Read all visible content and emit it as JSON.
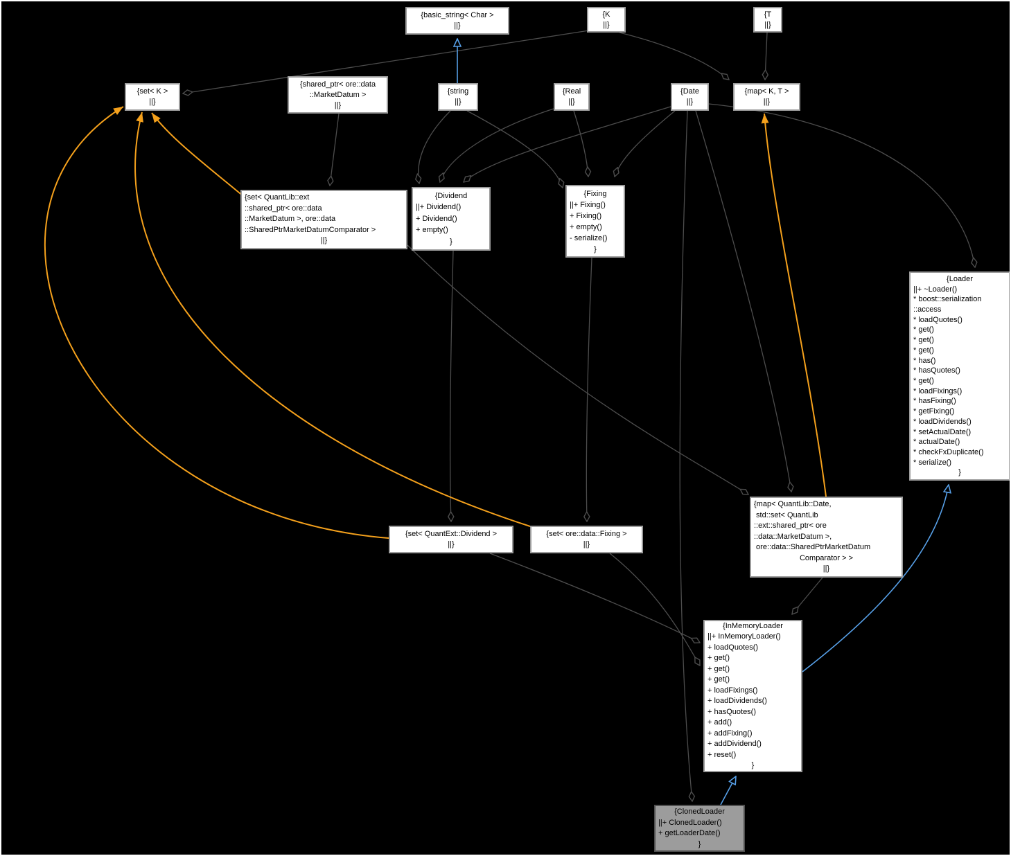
{
  "diagram": {
    "title": "ClonedLoader collaboration graph",
    "colors": {
      "background": "#000000",
      "node_fill": "#ffffff",
      "node_border": "#9c9c9c",
      "highlight_node_fill": "#9c9c9c",
      "highlight_node_border": "#4f4f4f",
      "text": "#000000",
      "edge_aggregation": "#4d4d4d",
      "edge_inheritance": "#57a0e8",
      "edge_template": "#f5a11c"
    },
    "nodes": {
      "basic_string": {
        "lines": [
          "{basic_string< Char >",
          "||}"
        ]
      },
      "k": {
        "lines": [
          "{K",
          "||}"
        ]
      },
      "t": {
        "lines": [
          "{T",
          "||}"
        ]
      },
      "set_k": {
        "lines": [
          "{set< K >",
          "||}"
        ]
      },
      "shared_ptr": {
        "lines": [
          "{shared_ptr< ore::data",
          "::MarketDatum >",
          "||}"
        ]
      },
      "string": {
        "lines": [
          "{string",
          "||}"
        ]
      },
      "real": {
        "lines": [
          "{Real",
          "||}"
        ]
      },
      "date": {
        "lines": [
          "{Date",
          "||}"
        ]
      },
      "map_kt": {
        "lines": [
          "{map< K, T >",
          "||}"
        ]
      },
      "set_marketdatum": {
        "lines": [
          "{set< QuantLib::ext",
          "::shared_ptr< ore::data",
          "::MarketDatum >, ore::data",
          "::SharedPtrMarketDatumComparator >",
          "||}"
        ]
      },
      "dividend": {
        "lines": [
          "{Dividend",
          "||+ Dividend()",
          "+ Dividend()",
          "+ empty()",
          "}"
        ]
      },
      "fixing": {
        "lines": [
          "{Fixing",
          "||+ Fixing()",
          "+ Fixing()",
          "+ empty()",
          "- serialize()",
          "}"
        ]
      },
      "loader": {
        "lines": [
          "{Loader",
          "||+ ~Loader()",
          "* boost::serialization",
          "::access",
          "* loadQuotes()",
          "* get()",
          "* get()",
          "* get()",
          "* has()",
          "* hasQuotes()",
          "* get()",
          "* loadFixings()",
          "* hasFixing()",
          "* getFixing()",
          "* loadDividends()",
          "* setActualDate()",
          "* actualDate()",
          "* checkFxDuplicate()",
          "* serialize()",
          "}"
        ]
      },
      "map_date_set": {
        "lines": [
          "{map< QuantLib::Date,",
          " std::set< QuantLib",
          "::ext::shared_ptr< ore",
          "::data::MarketDatum >,",
          " ore::data::SharedPtrMarketDatum",
          "Comparator > >",
          "||}"
        ]
      },
      "set_dividend": {
        "lines": [
          "{set< QuantExt::Dividend >",
          "||}"
        ]
      },
      "set_fixing": {
        "lines": [
          "{set< ore::data::Fixing >",
          "||}"
        ]
      },
      "in_memory_loader": {
        "lines": [
          "{InMemoryLoader",
          "||+ InMemoryLoader()",
          "+ loadQuotes()",
          "+ get()",
          "+ get()",
          "+ get()",
          "+ loadFixings()",
          "+ loadDividends()",
          "+ hasQuotes()",
          "+ add()",
          "+ addFixing()",
          "+ addDividend()",
          "+ reset()",
          "}"
        ]
      },
      "cloned_loader": {
        "lines": [
          "{ClonedLoader",
          "||+ ClonedLoader()",
          "+ getLoaderDate()",
          "}"
        ]
      }
    },
    "edges": [
      {
        "from": "K",
        "to": "set< K >",
        "type": "aggregation"
      },
      {
        "from": "K",
        "to": "map< K, T >",
        "type": "aggregation"
      },
      {
        "from": "T",
        "to": "map< K, T >",
        "type": "aggregation"
      },
      {
        "from": "shared_ptr< ore::data::MarketDatum >",
        "to": "set< QuantLib::ext::shared_ptr< ore::data::MarketDatum >, ore::data::SharedPtrMarketDatumComparator >",
        "type": "aggregation"
      },
      {
        "from": "string",
        "to": "Dividend",
        "type": "aggregation"
      },
      {
        "from": "Real",
        "to": "Dividend",
        "type": "aggregation"
      },
      {
        "from": "Date",
        "to": "Dividend",
        "type": "aggregation"
      },
      {
        "from": "string",
        "to": "Fixing",
        "type": "aggregation"
      },
      {
        "from": "Real",
        "to": "Fixing",
        "type": "aggregation"
      },
      {
        "from": "Date",
        "to": "Fixing",
        "type": "aggregation"
      },
      {
        "from": "Date",
        "to": "map< QuantLib::Date, std::set<...> >",
        "type": "aggregation"
      },
      {
        "from": "set< QuantLib::ext::shared_ptr<...> >",
        "to": "map< QuantLib::Date, std::set<...> >",
        "type": "aggregation"
      },
      {
        "from": "Date",
        "to": "Loader",
        "type": "aggregation"
      },
      {
        "from": "Dividend",
        "to": "set< QuantExt::Dividend >",
        "type": "aggregation"
      },
      {
        "from": "Fixing",
        "to": "set< ore::data::Fixing >",
        "type": "aggregation"
      },
      {
        "from": "map< QuantLib::Date, std::set<...> >",
        "to": "InMemoryLoader",
        "type": "aggregation"
      },
      {
        "from": "set< QuantExt::Dividend >",
        "to": "InMemoryLoader",
        "type": "aggregation"
      },
      {
        "from": "set< ore::data::Fixing >",
        "to": "InMemoryLoader",
        "type": "aggregation"
      },
      {
        "from": "Date",
        "to": "ClonedLoader",
        "type": "aggregation"
      },
      {
        "from": "string",
        "to": "basic_string< Char >",
        "type": "inheritance"
      },
      {
        "from": "InMemoryLoader",
        "to": "Loader",
        "type": "inheritance"
      },
      {
        "from": "ClonedLoader",
        "to": "InMemoryLoader",
        "type": "inheritance"
      },
      {
        "from": "set< QuantLib::ext::shared_ptr<...> >",
        "to": "set< K >",
        "type": "template-instantiation"
      },
      {
        "from": "set< QuantExt::Dividend >",
        "to": "set< K >",
        "type": "template-instantiation"
      },
      {
        "from": "set< ore::data::Fixing >",
        "to": "set< K >",
        "type": "template-instantiation"
      },
      {
        "from": "map< QuantLib::Date, std::set<...> >",
        "to": "map< K, T >",
        "type": "template-instantiation"
      }
    ]
  }
}
